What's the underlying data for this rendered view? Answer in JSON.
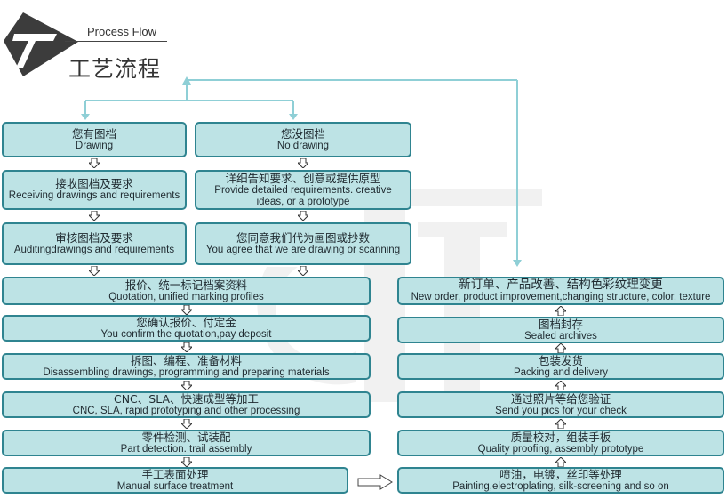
{
  "header": {
    "title_en": "Process Flow",
    "title_cn": "工艺流程"
  },
  "left": {
    "drawing": {
      "cn": "您有图档",
      "en": "Drawing"
    },
    "receiving": {
      "cn": "接收图档及要求",
      "en": "Receiving drawings and requirements"
    },
    "auditing": {
      "cn": "审核图档及要求",
      "en": "Auditingdrawings and requirements"
    }
  },
  "right": {
    "no_drawing": {
      "cn": "您没图档",
      "en": "No drawing"
    },
    "provide": {
      "cn": "详细告知要求、创意或提供原型",
      "en1": "Provide detailed requirements.  creative",
      "en2": "ideas, or a prototype"
    },
    "agree": {
      "cn": "您同意我们代为画图或抄数",
      "en": "You agree that we are drawing or scanning"
    }
  },
  "steps": [
    {
      "cn": "报价、统一标记档案资料",
      "en": "Quotation, unified marking    profiles"
    },
    {
      "cn": "您确认报价、付定金",
      "en": "You confirm the quotation,pay deposit"
    },
    {
      "cn": "拆图、编程、准备材料",
      "en": "Disassembling drawings,     programming and preparing materials"
    },
    {
      "cn": "CNC、SLA、快速成型等加工",
      "en": "CNC, SLA, rapid prototyping and other processing"
    },
    {
      "cn": "零件检测、试装配",
      "en": "Part detection.  trail assembly"
    },
    {
      "cn": "手工表面处理",
      "en": "Manual surface treatment"
    }
  ],
  "right_steps": [
    {
      "cn": "新订单、产品改善、结构色彩纹理变更",
      "en": "New order, product improvement,changing structure, color, texture"
    },
    {
      "cn": "图档封存",
      "en": "Sealed archives"
    },
    {
      "cn": "包装发货",
      "en": "Packing and delivery"
    },
    {
      "cn": "通过照片等给您验证",
      "en": "Send you pics for your check"
    },
    {
      "cn": "质量校对，组装手板",
      "en": "Quality proofing, assembly prototype"
    },
    {
      "cn": "喷油，电镀，丝印等处理",
      "en": "Painting,electroplating, silk-screening and so on"
    }
  ]
}
